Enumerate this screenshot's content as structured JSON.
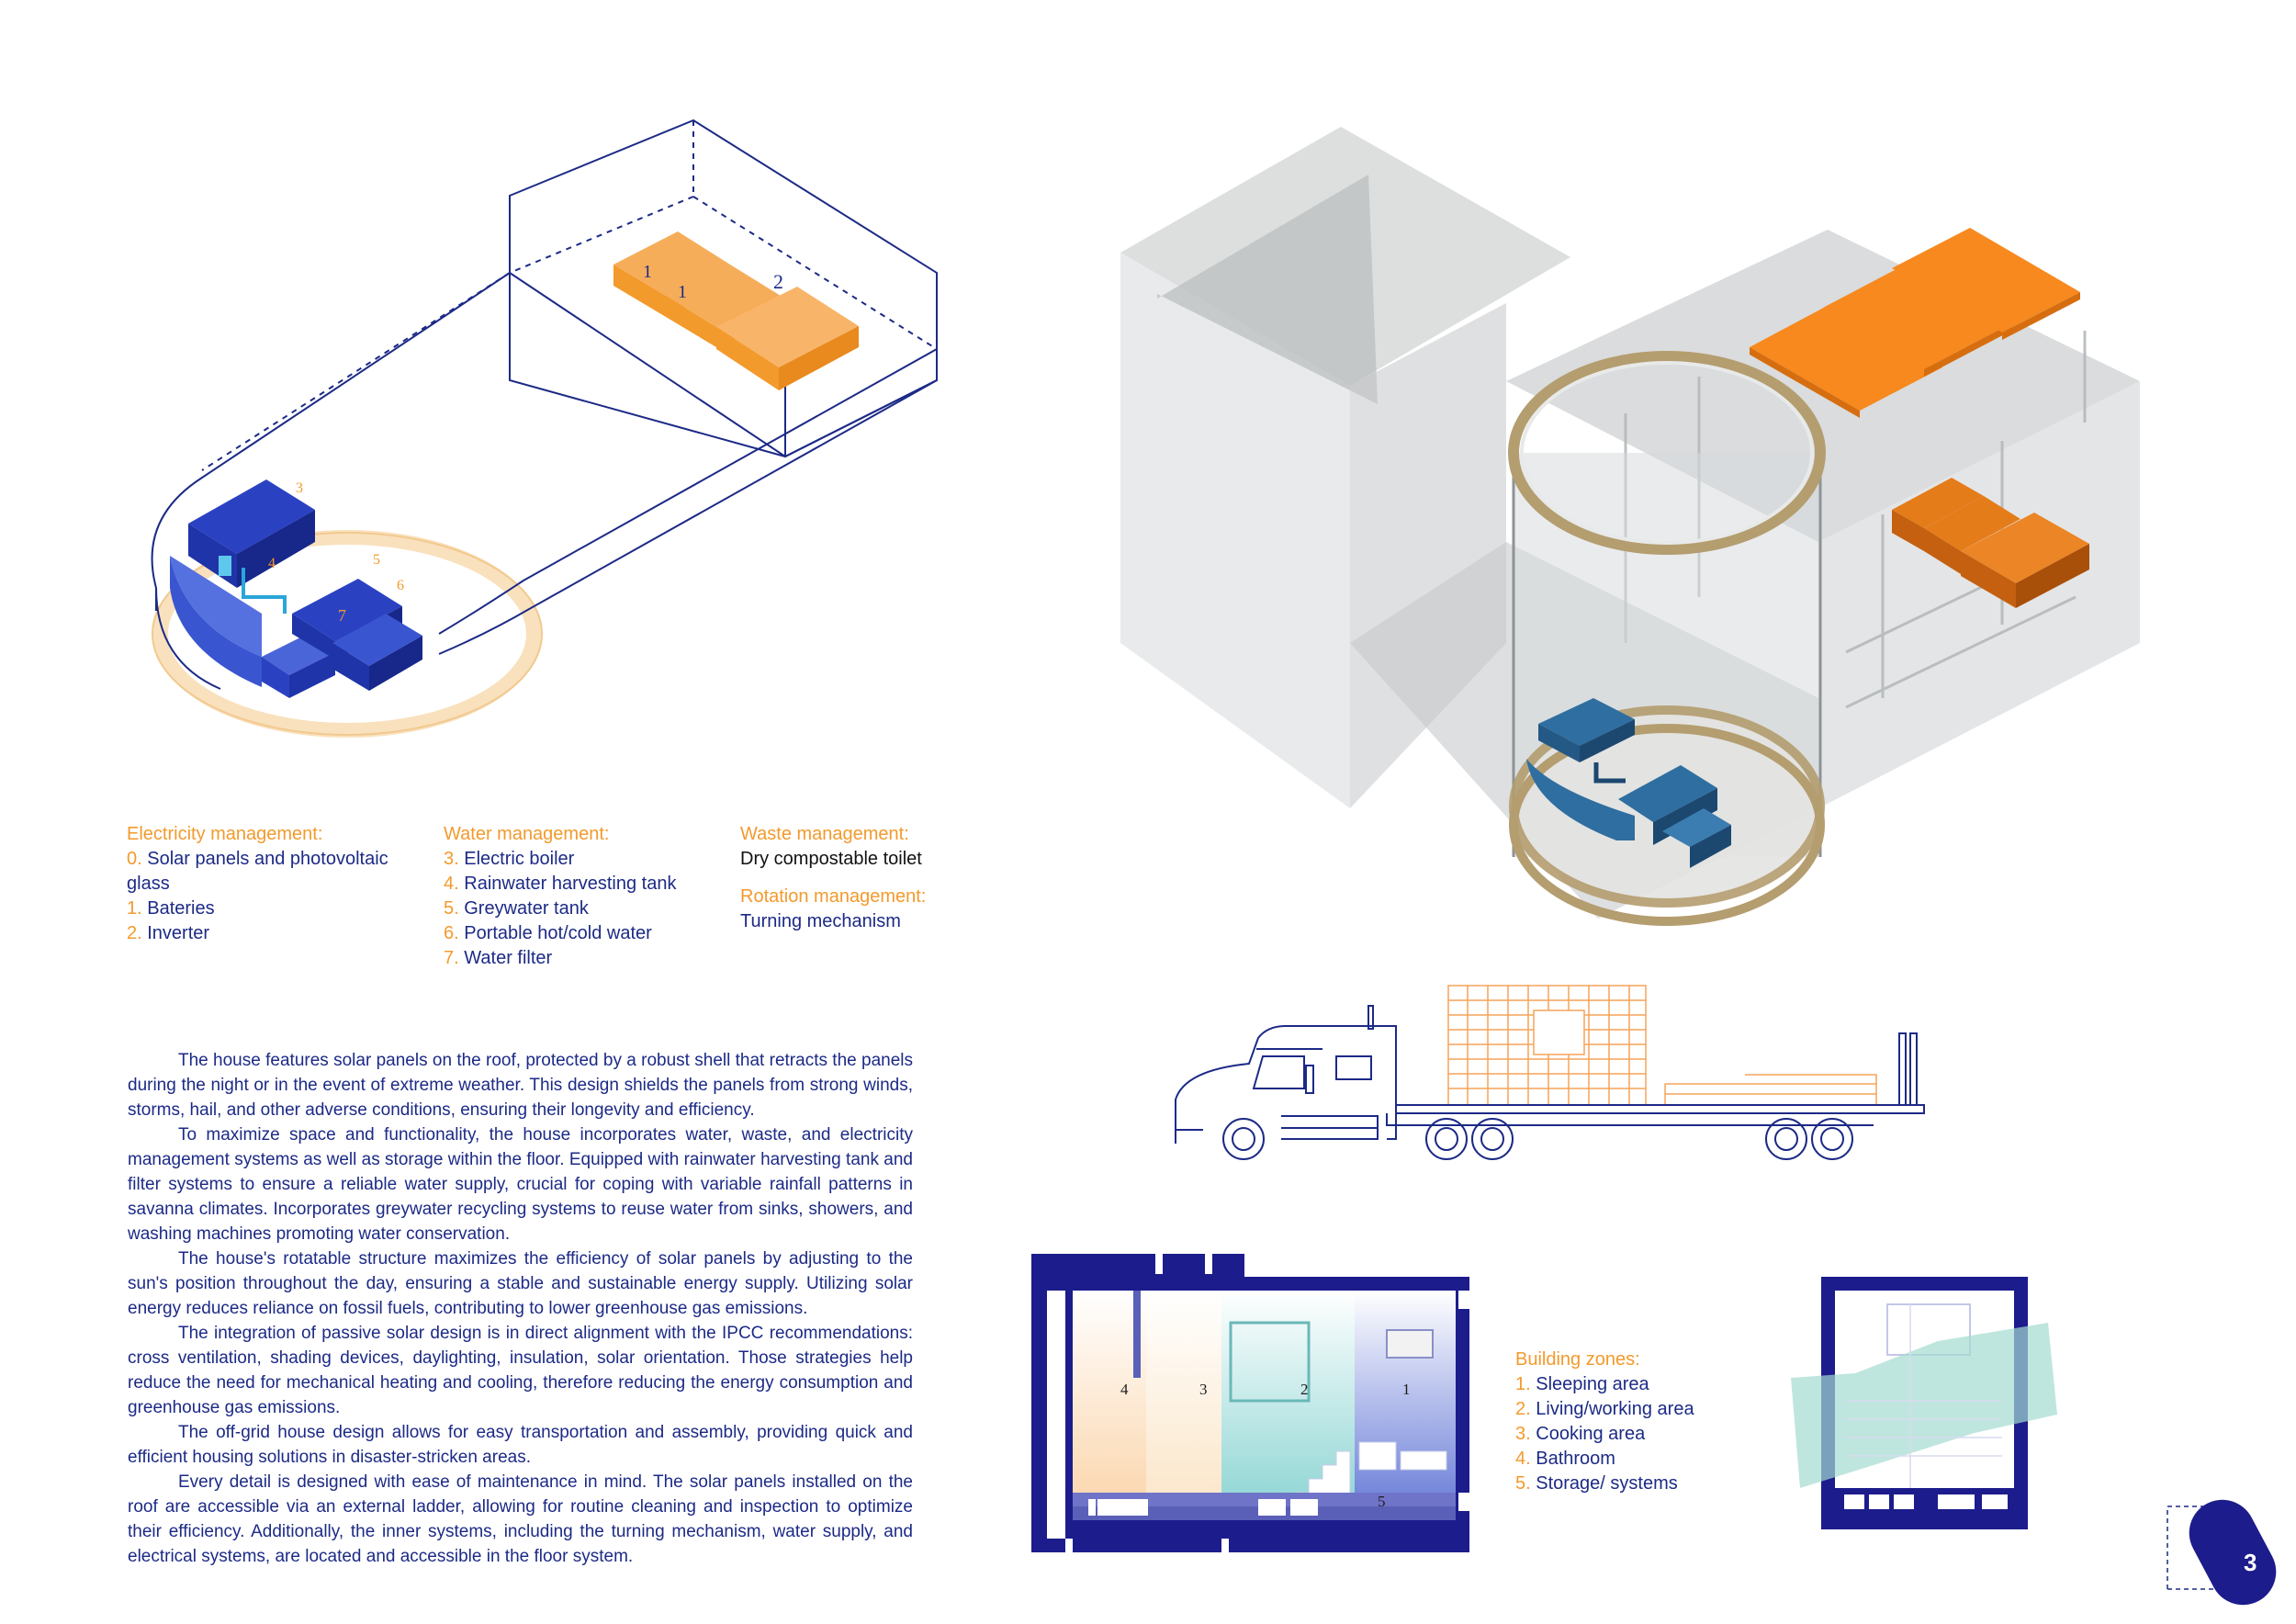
{
  "diagram_top": {
    "labels": {
      "l1a": "1",
      "l1b": "1",
      "l2": "2",
      "l3": "3",
      "l4": "4",
      "l5": "5",
      "l6": "6",
      "l7": "7"
    }
  },
  "legend": {
    "electricity": {
      "heading": "Electricity management:",
      "items": [
        {
          "num": "0.",
          "text": "Solar panels and photovoltaic"
        },
        {
          "num": "",
          "text": "glass"
        },
        {
          "num": "1.",
          "text": "Bateries"
        },
        {
          "num": "2.",
          "text": "Inverter"
        }
      ]
    },
    "water": {
      "heading": "Water management:",
      "items": [
        {
          "num": "3.",
          "text": "Electric boiler"
        },
        {
          "num": "4.",
          "text": "Rainwater harvesting tank"
        },
        {
          "num": "5.",
          "text": "Greywater tank"
        },
        {
          "num": "6.",
          "text": "Portable hot/cold water"
        },
        {
          "num": "7.",
          "text": "Water filter"
        }
      ]
    },
    "waste": {
      "heading": "Waste management:",
      "item": "Dry compostable toilet"
    },
    "rotation": {
      "heading": "Rotation management:",
      "item": "Turning mechanism"
    }
  },
  "body": {
    "paragraphs": [
      "The house features solar panels on the roof, protected by a robust shell that retracts the panels during the night or in the event of extreme weather. This design shields the panels from strong winds, storms, hail, and other adverse conditions, ensuring their longevity and efficiency.",
      "To maximize space and functionality, the house incorporates water, waste, and electricity management systems as well as storage within the floor. Equipped with rainwater harvesting tank and filter systems to ensure a reliable water supply, crucial for coping with variable rainfall patterns in savanna climates. Incorporates greywater recycling systems to reuse water from sinks, showers, and washing machines promoting water conservation.",
      "The house's rotatable structure maximizes the efficiency of solar panels by adjusting to the sun's position throughout the day, ensuring a stable and sustainable energy supply. Utilizing solar energy reduces reliance on fossil fuels, contributing to lower greenhouse gas emissions.",
      "The integration of passive solar design is in direct alignment with the IPCC recommendations: cross ventilation, shading devices, daylighting, insulation, solar orientation. Those strategies help reduce the need for mechanical heating and cooling, therefore reducing the energy consumption and greenhouse gas emissions.",
      "The off-grid house design allows for easy transportation and assembly, providing quick and efficient housing solutions in disaster-stricken areas.",
      "Every detail is designed with ease of maintenance in mind. The solar panels installed on the roof are accessible via an external ladder, allowing for routine cleaning and inspection to optimize their efficiency. Additionally, the inner systems, including the turning mechanism, water supply, and electrical systems, are located and accessible in the floor system."
    ]
  },
  "section": {
    "labels": {
      "z4": "4",
      "z3": "3",
      "z2": "2",
      "z1": "1",
      "z5": "5"
    }
  },
  "zones": {
    "heading": "Building zones:",
    "items": [
      {
        "num": "1.",
        "text": "Sleeping area"
      },
      {
        "num": "2.",
        "text": "Living/working area"
      },
      {
        "num": "3.",
        "text": "Cooking area"
      },
      {
        "num": "4.",
        "text": "Bathroom"
      },
      {
        "num": "5.",
        "text": "Storage/ systems"
      }
    ]
  },
  "page": {
    "number": "3"
  },
  "colors": {
    "navy": "#1c2a86",
    "orange": "#f39a2c",
    "blue": "#1f3fbf",
    "grey_shell": "#c9cccd",
    "steel_blue": "#2f6ea0",
    "ring": "#b49d6f"
  }
}
